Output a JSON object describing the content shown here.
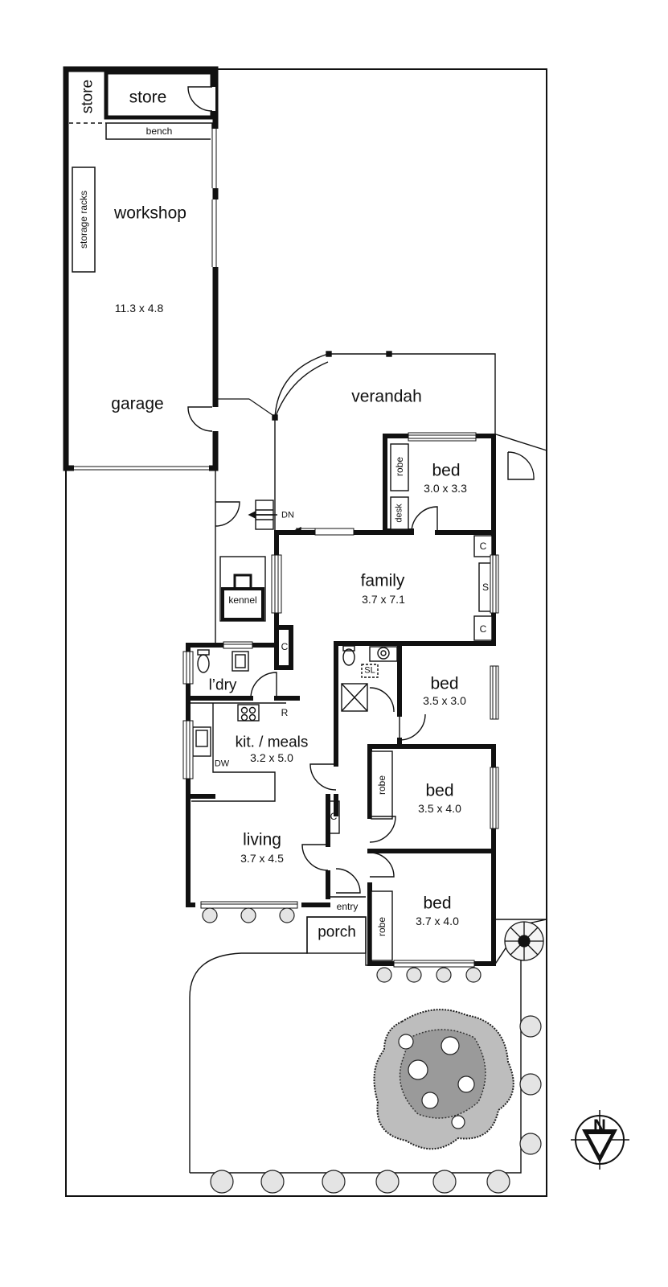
{
  "rooms": {
    "store_left": "store",
    "store_right": "store",
    "bench": "bench",
    "storage_racks": "storage racks",
    "workshop": "workshop",
    "workshop_dim": "11.3 x 4.8",
    "garage": "garage",
    "verandah": "verandah",
    "bed1": "bed",
    "bed1_dim": "3.0 x 3.3",
    "robe1": "robe",
    "desk": "desk",
    "dn": "DN",
    "family": "family",
    "family_dim": "3.7 x 7.1",
    "c1": "C",
    "s": "S",
    "c2": "C",
    "kennel": "kennel",
    "c3": "C",
    "laundry": "l’dry",
    "sl": "SL",
    "r": "R",
    "bed2": "bed",
    "bed2_dim": "3.5 x 3.0",
    "kitchen": "kit. / meals",
    "kitchen_dim": "3.2 x 5.0",
    "dw": "DW",
    "robe2": "robe",
    "bed3": "bed",
    "bed3_dim": "3.5 x 4.0",
    "c4": "C",
    "living": "living",
    "living_dim": "3.7 x 4.5",
    "entry": "entry",
    "porch": "porch",
    "robe3": "robe",
    "bed4": "bed",
    "bed4_dim": "3.7 x 4.0"
  },
  "compass": {
    "letter": "N"
  }
}
